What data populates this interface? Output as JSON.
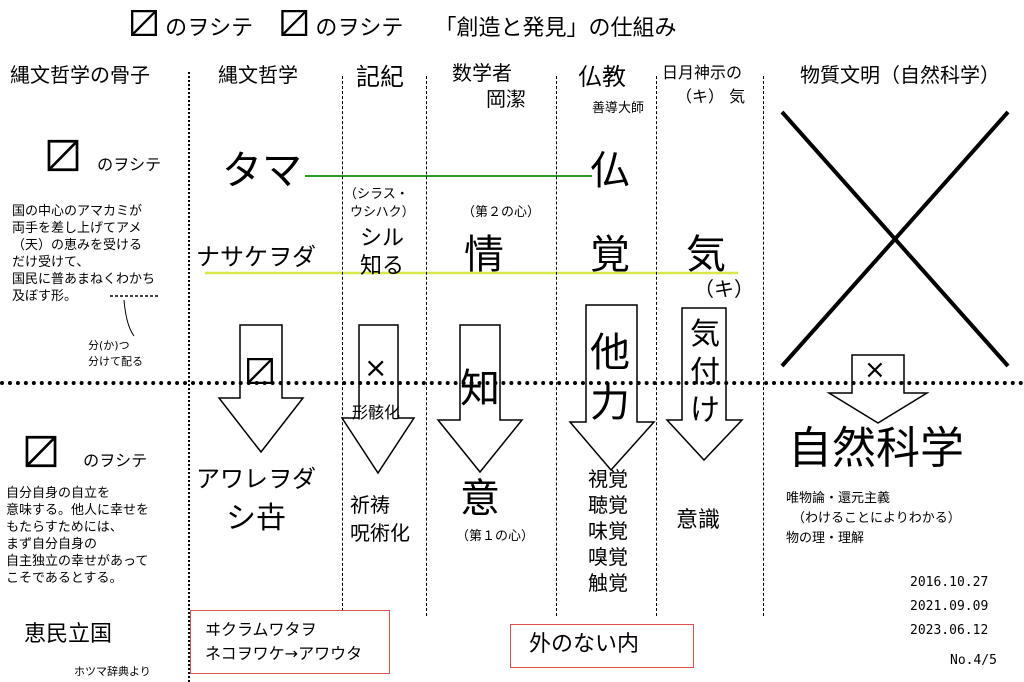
{
  "title": {
    "glyph1": "〼",
    "part1": "のヲシテ",
    "glyph2": "〼",
    "part2": "のヲシテ",
    "part3": "「創造と発見」の仕組み"
  },
  "columns": {
    "bone": "縄文哲学の骨子",
    "jomon": "縄文哲学",
    "kiki": "記紀",
    "math1": "数学者",
    "math2": "岡潔",
    "bukkyo": "仏教",
    "zendo": "善導大師",
    "hitsuki1": "日月神示の",
    "hitsuki2": "（キ） 気",
    "busshitsu": "物質文明（自然科学）"
  },
  "left": {
    "upper_suffix": "のヲシテ",
    "upper_desc": [
      "国の中心のアマカミが",
      "両手を差し上げてアメ",
      "（天）の恵みを受ける",
      "だけ受けて、",
      "国民に普あまねくわかち",
      "及ぼす形。"
    ],
    "note1": "分(か)つ",
    "note2": "分けて配る",
    "lower_suffix": "のヲシテ",
    "lower_desc": [
      "自分自身の自立を",
      "意味する。他人に幸せを",
      "もたらすためには、",
      "まず自分自身の",
      "自主独立の幸せがあって",
      "こそであるとする。"
    ],
    "emin": "恵民立国",
    "source": "ホツマ辞典より"
  },
  "jomon": {
    "tama": "タマ",
    "nasakewoda": "ナサケヲダ",
    "arrow_glyph": "〼",
    "awarewoda": "アワレヲダ",
    "shi": "シ卋"
  },
  "kiki": {
    "sub1": "（シラス・",
    "sub2": "ウシハク）",
    "shiru": "シル",
    "shiru2": "知る",
    "arrow": "×",
    "keigai": "形骸化",
    "kito": "祈祷",
    "jujutsu": "呪術化"
  },
  "math": {
    "dai2": "（第２の心）",
    "jo": "情",
    "chi": "知",
    "i": "意",
    "dai1": "（第１の心）"
  },
  "bukkyo": {
    "butsu": "仏",
    "kaku": "覚",
    "tariki1": "他",
    "tariki2": "力",
    "senses": [
      "視覚",
      "聴覚",
      "味覚",
      "嗅覚",
      "触覚"
    ]
  },
  "ki": {
    "ki": "気",
    "ki_kana": "（キ）",
    "kiduke1": "気",
    "kiduke2": "付",
    "kiduke3": "け",
    "ishiki": "意識"
  },
  "right": {
    "arrow": "×",
    "shizen": "自然科学",
    "desc1": "唯物論・還元主義",
    "desc2": "（わけることによりわかる）",
    "desc3": "物の理・理解",
    "dates": [
      "2016.10.27",
      "2021.09.09",
      "2023.06.12"
    ],
    "page": "No.4/5"
  },
  "boxes": {
    "kikuramu": "ヰクラムワタヲ",
    "nekowoda": "ネコヲワケ→アワウタ",
    "sotonai": "外のない内"
  },
  "colors": {
    "green": "#2a9a2a",
    "yellow": "#d8e84a",
    "box_border": "#e05050"
  }
}
